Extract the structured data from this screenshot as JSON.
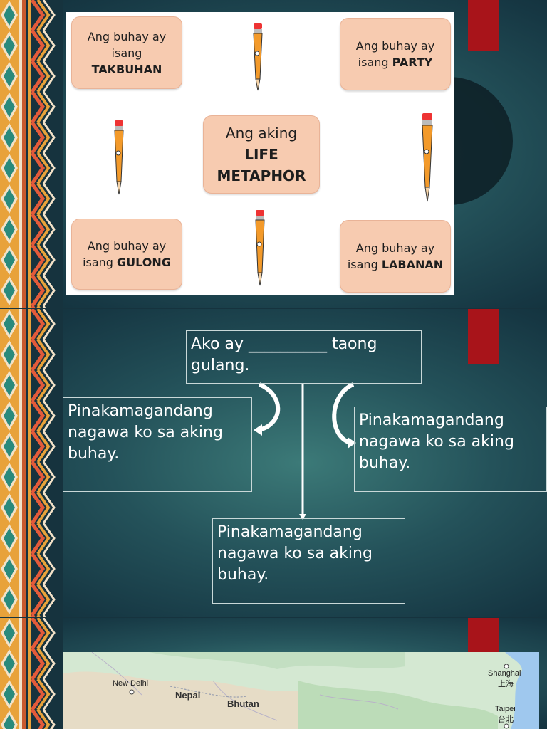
{
  "slide1": {
    "cards": {
      "top_left": {
        "line1": "Ang buhay ay",
        "line2": "isang",
        "bold": "TAKBUHAN"
      },
      "top_right": {
        "line1": "Ang buhay ay",
        "line2": "isang",
        "bold": "PARTY"
      },
      "center": {
        "line1": "Ang aking",
        "bold1": "LIFE",
        "bold2": "METAPHOR"
      },
      "bottom_left": {
        "line1": "Ang buhay ay",
        "line2": "isang",
        "bold": "GULONG"
      },
      "bottom_right": {
        "line1": "Ang buhay ay",
        "line2": "isang",
        "bold": "LABANAN"
      }
    }
  },
  "slide2": {
    "top_box": "Ako ay __________ taong gulang.",
    "left_box": "Pinakamagandang nagawa ko sa aking buhay.",
    "right_box": "Pinakamagandang nagawa ko sa aking buhay.",
    "bottom_box": "Pinakamagandang nagawa ko sa aking buhay."
  },
  "slide3": {
    "map_labels": {
      "new_delhi": "New Delhi",
      "nepal": "Nepal",
      "bhutan": "Bhutan",
      "shanghai": "Shanghai",
      "shanghai_cn": "上海",
      "taipei": "Taipei",
      "taipei_cn": "台北"
    }
  },
  "colors": {
    "card": "#f7cbb0",
    "red_tab": "#a8141a",
    "slide_bg": "#24525a"
  }
}
